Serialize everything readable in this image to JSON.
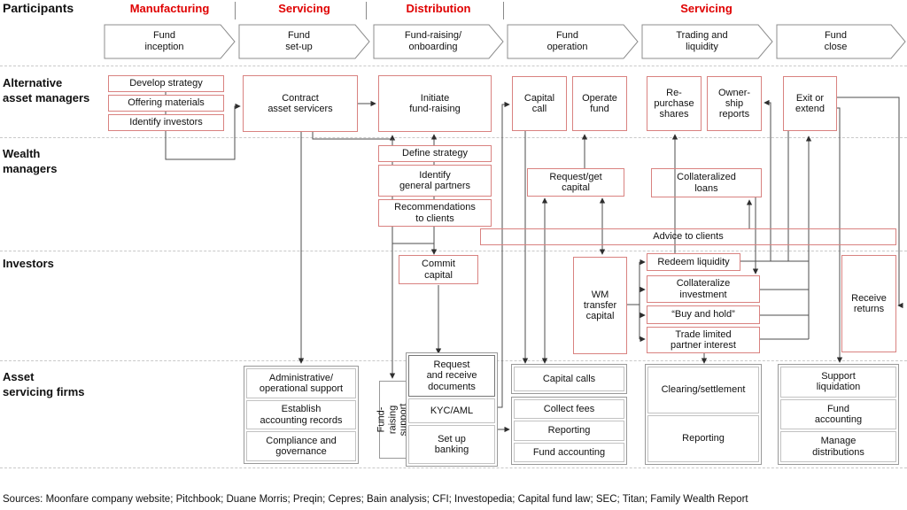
{
  "header": {
    "participants_label": "Participants",
    "phases": [
      {
        "label": "Manufacturing"
      },
      {
        "label": "Servicing"
      },
      {
        "label": "Distribution"
      },
      {
        "label": "Servicing"
      }
    ],
    "stages": [
      {
        "label": "Fund\ninception"
      },
      {
        "label": "Fund\nset-up"
      },
      {
        "label": "Fund-raising/\nonboarding"
      },
      {
        "label": "Fund\noperation"
      },
      {
        "label": "Trading and\nliquidity"
      },
      {
        "label": "Fund\nclose"
      }
    ]
  },
  "rows": [
    {
      "label": "Alternative\nasset managers"
    },
    {
      "label": "Wealth\nmanagers"
    },
    {
      "label": "Investors"
    },
    {
      "label": "Asset\nservicing firms"
    }
  ],
  "nodes": {
    "develop_strategy": "Develop strategy",
    "offering_materials": "Offering materials",
    "identify_investors": "Identify investors",
    "contract_asset_servicers": "Contract\nasset servicers",
    "initiate_fund_raising": "Initiate\nfund-raising",
    "capital_call": "Capital\ncall",
    "operate_fund": "Operate\nfund",
    "repurchase_shares": "Re-\npurchase\nshares",
    "ownership_reports": "Owner-\nship\nreports",
    "exit_or_extend": "Exit or\nextend",
    "define_strategy": "Define strategy",
    "identify_general_partners": "Identify\ngeneral partners",
    "recommendations_to_clients": "Recommendations\nto clients",
    "request_get_capital": "Request/get\ncapital",
    "collateralized_loans": "Collateralized\nloans",
    "advice_to_clients": "Advice to clients",
    "commit_capital": "Commit\ncapital",
    "wm_transfer_capital": "WM\ntransfer\ncapital",
    "redeem_liquidity": "Redeem liquidity",
    "collateralize_investment": "Collateralize\ninvestment",
    "buy_and_hold": "“Buy and hold”",
    "trade_limited_partner_interest": "Trade limited\npartner interest",
    "receive_returns": "Receive\nreturns",
    "administrative_operational_support": "Administrative/\noperational support",
    "establish_accounting_records": "Establish\naccounting records",
    "compliance_and_governance": "Compliance and\ngovernance",
    "fund_raising_support": "Fund-raising\nsupport",
    "request_receive_documents": "Request\nand receive\ndocuments",
    "kyc_aml": "KYC/AML",
    "set_up_banking": "Set up\nbanking",
    "capital_calls": "Capital calls",
    "collect_fees": "Collect fees",
    "reporting_fund_ops": "Reporting",
    "fund_accounting_ops": "Fund accounting",
    "clearing_settlement": "Clearing/settlement",
    "reporting_trading": "Reporting",
    "support_liquidation": "Support\nliquidation",
    "fund_accounting_close": "Fund\naccounting",
    "manage_distributions": "Manage\ndistributions"
  },
  "footer": {
    "sources": "Sources: Moonfare company website; Pitchbook; Duane Morris; Preqin; Cepres; Bain analysis; CFI; Investopedia; Capital fund law; SEC; Titan; Family Wealth Report"
  },
  "colors": {
    "phase_header_red": "#e00000",
    "box_border_red": "#d98280",
    "box_border_gray": "#999999",
    "connector_gray": "#4d4d4d"
  }
}
